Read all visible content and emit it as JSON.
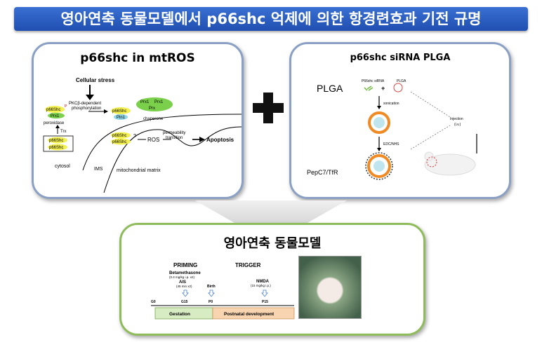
{
  "banner": {
    "title": "영아연축 동물모델에서 p66shc 억제에 의한 항경련효과 기전 규명"
  },
  "panel_left": {
    "title": "p66shc in mtROS",
    "labels": {
      "cellular_stress": "Cellular stress",
      "pkc": "PKCβ-dependent",
      "phosphorylation": "phosphorylation",
      "p66shc": "p66Shc",
      "prx1": "Prx1",
      "prx": "Prx",
      "pin1": "Pin1",
      "peroxidase": "peroxidase",
      "chaperone": "chaperone",
      "trx": "Trx",
      "ros": "ROS",
      "permeability": "permeability",
      "transition": "transition",
      "apoptosis": "Apoptosis",
      "cytosol": "cytosol",
      "ims": "IMS",
      "matrix": "mitochondrial matrix",
      "qmark": "?",
      "p": "P"
    }
  },
  "plus_icon": "plus-icon",
  "panel_right": {
    "title": "p66shc siRNA PLGA",
    "plga": "PLGA",
    "sirna": "P66shc siRNA",
    "plga_small": "PLGA",
    "sonication": "sonication",
    "edc": "EDC/NHS",
    "injection": "Injection",
    "iv": "(i.v.)",
    "pepc7": "PepC7/TfR"
  },
  "panel_bottom": {
    "title": "영아연축 동물모델",
    "priming": "PRIMING",
    "trigger": "TRIGGER",
    "betamethasone": "Betamethasone",
    "beta_dose": "(0.4 mg/kg i.p. x2)",
    "ais": "AIS",
    "ais_dose": "(45 min x2)",
    "birth": "Birth",
    "nmda": "NMDA",
    "nmda_dose": "(15 mg/kg i.p.)",
    "g0": "G0",
    "g15": "G15",
    "p0": "P0",
    "p15": "P15",
    "gestation": "Gestation",
    "postnatal": "Postnatal development"
  }
}
